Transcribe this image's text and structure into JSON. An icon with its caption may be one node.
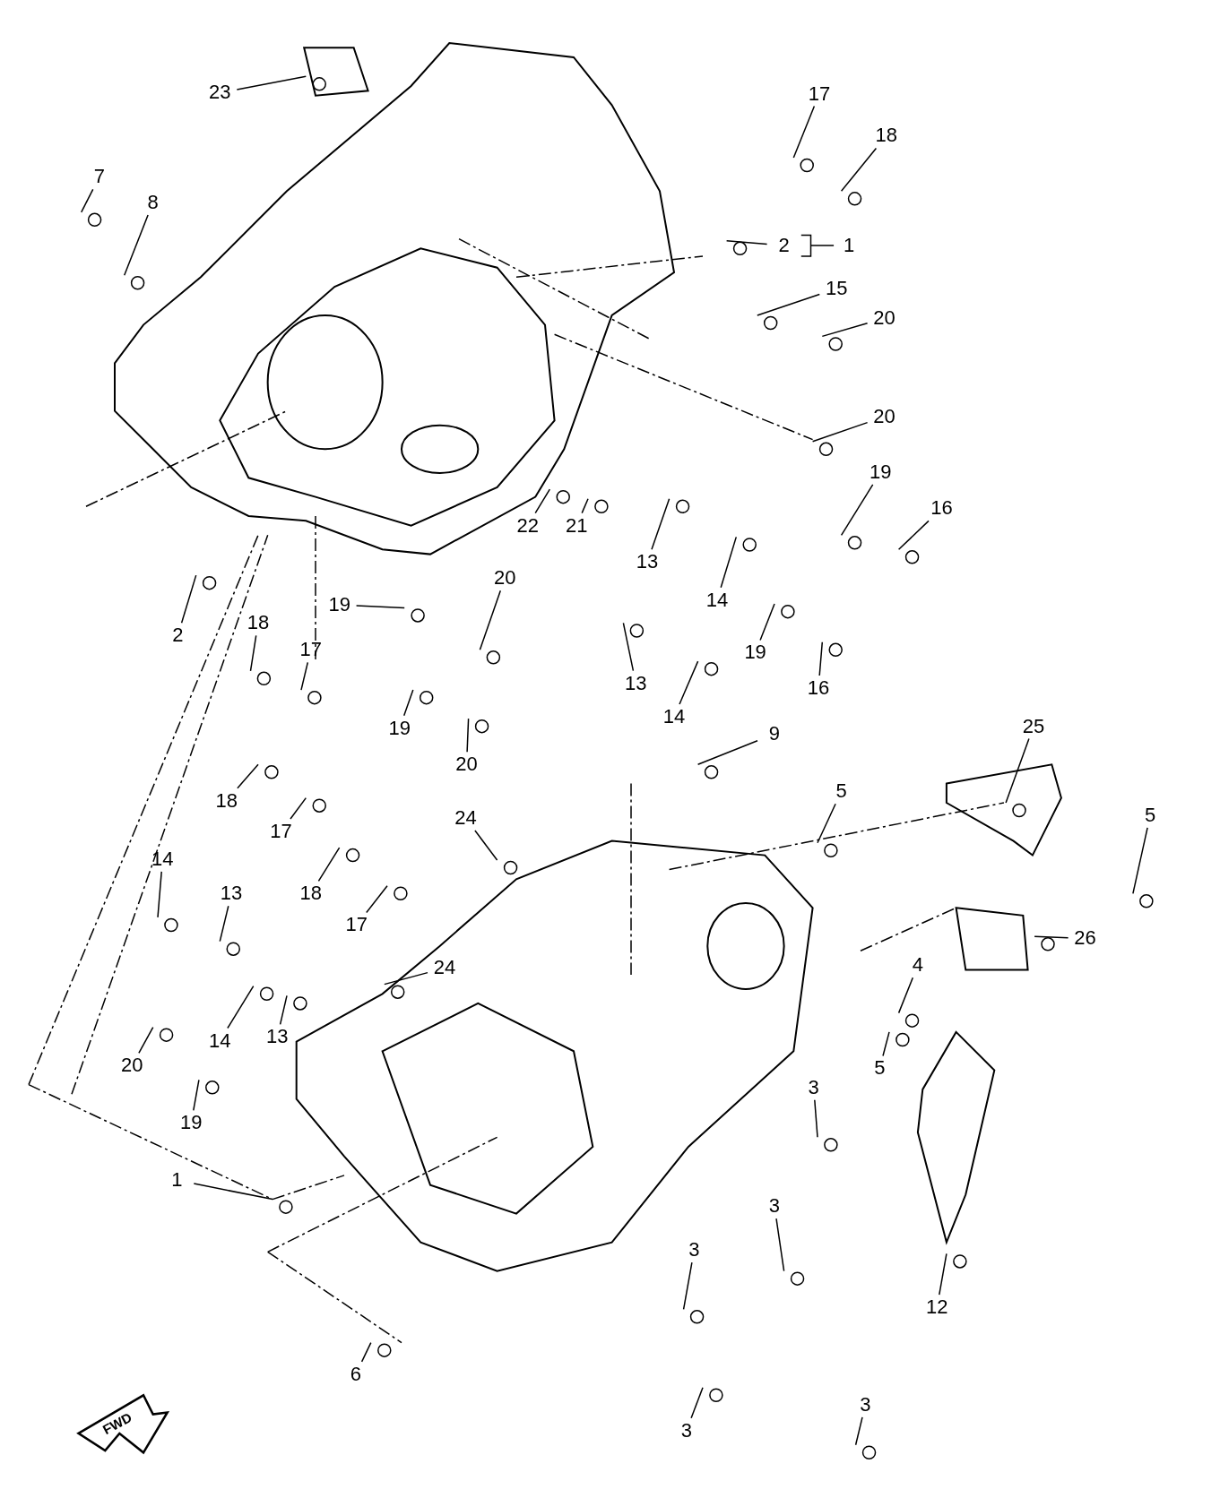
{
  "diagram": {
    "nodes": [
      {
        "text": [
          "23"
        ]
      },
      {
        "text": [
          "17"
        ]
      },
      {
        "text": [
          "18"
        ]
      },
      {
        "text": [
          "7"
        ]
      },
      {
        "text": [
          "8"
        ]
      },
      {
        "text": [
          "2"
        ]
      },
      {
        "text": [
          "15"
        ]
      },
      {
        "text": [
          "20"
        ]
      },
      {
        "text": [
          "20"
        ]
      },
      {
        "text": [
          "19"
        ]
      },
      {
        "text": [
          "16"
        ]
      },
      {
        "text": [
          "22"
        ]
      },
      {
        "text": [
          "21"
        ]
      },
      {
        "text": [
          "13"
        ]
      },
      {
        "text": [
          "14"
        ]
      },
      {
        "text": [
          "19"
        ]
      },
      {
        "text": [
          "16"
        ]
      },
      {
        "text": [
          "2"
        ]
      },
      {
        "text": [
          "20"
        ]
      },
      {
        "text": [
          "19"
        ]
      },
      {
        "text": [
          "13"
        ]
      },
      {
        "text": [
          "14"
        ]
      },
      {
        "text": [
          "18"
        ]
      },
      {
        "text": [
          "17"
        ]
      },
      {
        "text": [
          "19"
        ]
      },
      {
        "text": [
          "20"
        ]
      },
      {
        "text": [
          "25"
        ]
      },
      {
        "text": [
          "9"
        ]
      },
      {
        "text": [
          "5"
        ]
      },
      {
        "text": [
          "5"
        ]
      },
      {
        "text": [
          "18"
        ]
      },
      {
        "text": [
          "17"
        ]
      },
      {
        "text": [
          "24"
        ]
      },
      {
        "text": [
          "18"
        ]
      },
      {
        "text": [
          "17"
        ]
      },
      {
        "text": [
          "14"
        ]
      },
      {
        "text": [
          "13"
        ]
      },
      {
        "text": [
          "26"
        ]
      },
      {
        "text": [
          "24"
        ]
      },
      {
        "text": [
          "4"
        ]
      },
      {
        "text": [
          "14"
        ]
      },
      {
        "text": [
          "13"
        ]
      },
      {
        "text": [
          "20"
        ]
      },
      {
        "text": [
          "19"
        ]
      },
      {
        "text": [
          "5"
        ]
      },
      {
        "text": [
          "3"
        ]
      },
      {
        "text": [
          "1"
        ]
      },
      {
        "text": [
          "3"
        ]
      },
      {
        "text": [
          "3"
        ]
      },
      {
        "text": [
          "12"
        ]
      },
      {
        "text": [
          "6"
        ]
      },
      {
        "text": [
          "3"
        ]
      },
      {
        "text": [
          "3"
        ]
      }
    ],
    "edges": [
      {
        "from": 0,
        "to": null,
        "arrow": "none"
      },
      {
        "from": 1,
        "to": null,
        "arrow": "none"
      },
      {
        "from": 2,
        "to": null,
        "arrow": "none"
      },
      {
        "from": 3,
        "to": null,
        "arrow": "none"
      },
      {
        "from": 4,
        "to": null,
        "arrow": "none"
      },
      {
        "from": 5,
        "to": null,
        "arrow": "none"
      },
      {
        "from": 6,
        "to": null,
        "arrow": "none"
      },
      {
        "from": 7,
        "to": null,
        "arrow": "none"
      },
      {
        "from": 8,
        "to": null,
        "arrow": "none"
      },
      {
        "from": 9,
        "to": null,
        "arrow": "none"
      },
      {
        "from": 10,
        "to": null,
        "arrow": "none"
      },
      {
        "from": 11,
        "to": null,
        "arrow": "none"
      },
      {
        "from": 12,
        "to": null,
        "arrow": "none"
      },
      {
        "from": 13,
        "to": null,
        "arrow": "none"
      },
      {
        "from": 14,
        "to": null,
        "arrow": "none"
      },
      {
        "from": 15,
        "to": null,
        "arrow": "none"
      },
      {
        "from": 16,
        "to": null,
        "arrow": "none"
      },
      {
        "from": 17,
        "to": null,
        "arrow": "none"
      },
      {
        "from": 18,
        "to": null,
        "arrow": "none"
      },
      {
        "from": 19,
        "to": null,
        "arrow": "none"
      },
      {
        "from": 20,
        "to": null,
        "arrow": "none"
      },
      {
        "from": 21,
        "to": null,
        "arrow": "none"
      },
      {
        "from": 22,
        "to": null,
        "arrow": "none"
      },
      {
        "from": 23,
        "to": null,
        "arrow": "none"
      },
      {
        "from": 24,
        "to": null,
        "arrow": "none"
      },
      {
        "from": 25,
        "to": null,
        "arrow": "none"
      },
      {
        "from": 26,
        "to": null,
        "arrow": "none"
      },
      {
        "from": 27,
        "to": null,
        "arrow": "none"
      },
      {
        "from": 28,
        "to": null,
        "arrow": "none"
      },
      {
        "from": 29,
        "to": null,
        "arrow": "none"
      },
      {
        "from": 30,
        "to": null,
        "arrow": "none"
      },
      {
        "from": 31,
        "to": null,
        "arrow": "none"
      },
      {
        "from": 32,
        "to": null,
        "arrow": "none"
      },
      {
        "from": 33,
        "to": null,
        "arrow": "none"
      },
      {
        "from": 34,
        "to": null,
        "arrow": "none"
      },
      {
        "from": 35,
        "to": null,
        "arrow": "none"
      },
      {
        "from": 36,
        "to": null,
        "arrow": "none"
      },
      {
        "from": 37,
        "to": null,
        "arrow": "none"
      },
      {
        "from": 38,
        "to": null,
        "arrow": "none"
      },
      {
        "from": 39,
        "to": null,
        "arrow": "none"
      },
      {
        "from": 40,
        "to": null,
        "arrow": "none"
      },
      {
        "from": 41,
        "to": null,
        "arrow": "none"
      },
      {
        "from": 42,
        "to": null,
        "arrow": "none"
      },
      {
        "from": 43,
        "to": null,
        "arrow": "none"
      },
      {
        "from": 44,
        "to": null,
        "arrow": "none"
      },
      {
        "from": 45,
        "to": null,
        "arrow": "none"
      },
      {
        "from": 46,
        "to": null,
        "arrow": "none"
      },
      {
        "from": 47,
        "to": null,
        "arrow": "none"
      },
      {
        "from": 48,
        "to": null,
        "arrow": "none"
      },
      {
        "from": 49,
        "to": null,
        "arrow": "none"
      },
      {
        "from": 50,
        "to": null,
        "arrow": "none"
      },
      {
        "from": 51,
        "to": null,
        "arrow": "none"
      },
      {
        "from": 52,
        "to": null,
        "arrow": "none"
      }
    ],
    "labels": [
      "1",
      "FWD"
    ]
  }
}
